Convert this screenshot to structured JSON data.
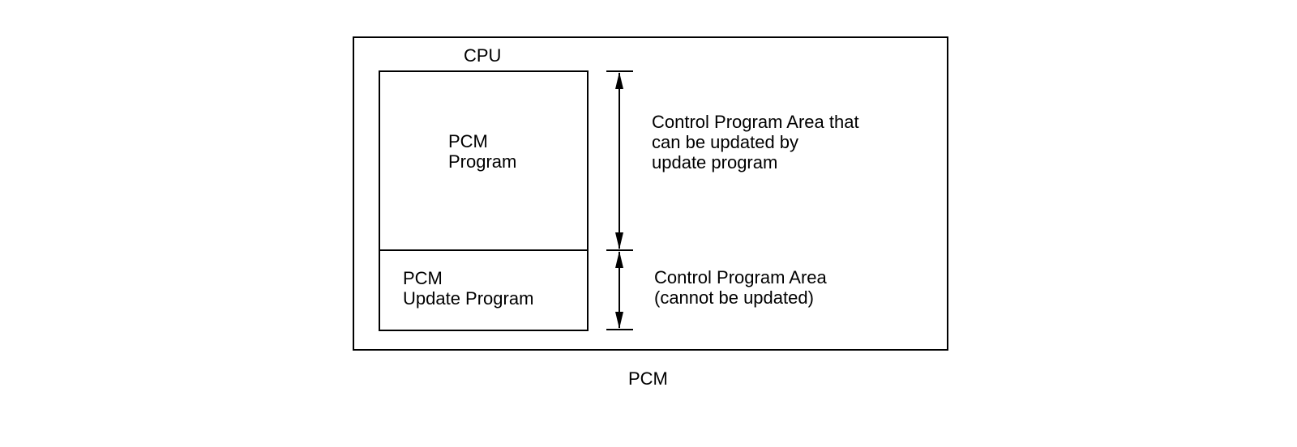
{
  "diagram": {
    "outer_label": "PCM",
    "cpu_label": "CPU",
    "upper_block": {
      "line1": "PCM",
      "line2": "Program"
    },
    "lower_block": {
      "line1": "PCM",
      "line2": "Update Program"
    },
    "upper_annotation": {
      "line1": "Control Program Area that",
      "line2": "can be updated by",
      "line3": "update program"
    },
    "lower_annotation": {
      "line1": "Control Program Area",
      "line2": "(cannot be updated)"
    }
  }
}
